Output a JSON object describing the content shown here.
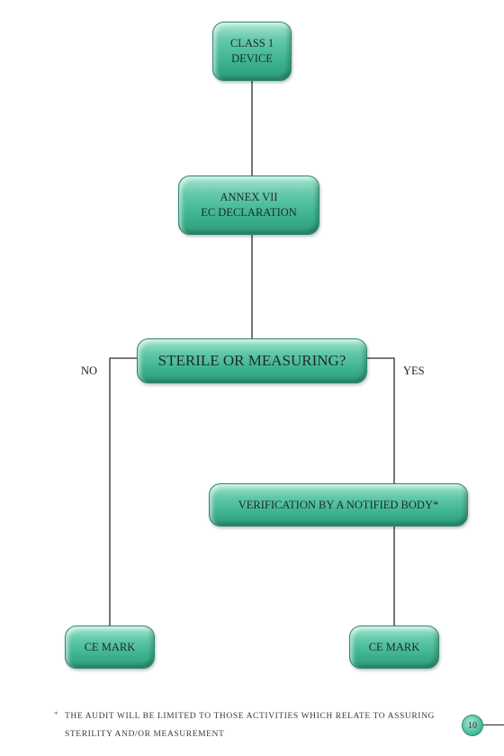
{
  "nodes": {
    "class1": "CLASS 1\nDEVICE",
    "annex": "ANNEX VII\nEC DECLARATION",
    "sterile": "STERILE OR MEASURING?",
    "verification": "VERIFICATION BY A NOTIFIED BODY*",
    "ce_mark_left": "CE MARK",
    "ce_mark_right": "CE MARK"
  },
  "branches": {
    "no": "NO",
    "yes": "YES"
  },
  "footnote": {
    "mark": "*",
    "text": "THE AUDIT WILL BE LIMITED TO THOSE ACTIVITIES WHICH RELATE TO ASSURING STERILITY AND/OR MEASUREMENT"
  },
  "page_number": "10",
  "colors": {
    "node_fill": "#3fb592",
    "node_border": "#2a8a6d",
    "connector": "#2b2b2b"
  }
}
